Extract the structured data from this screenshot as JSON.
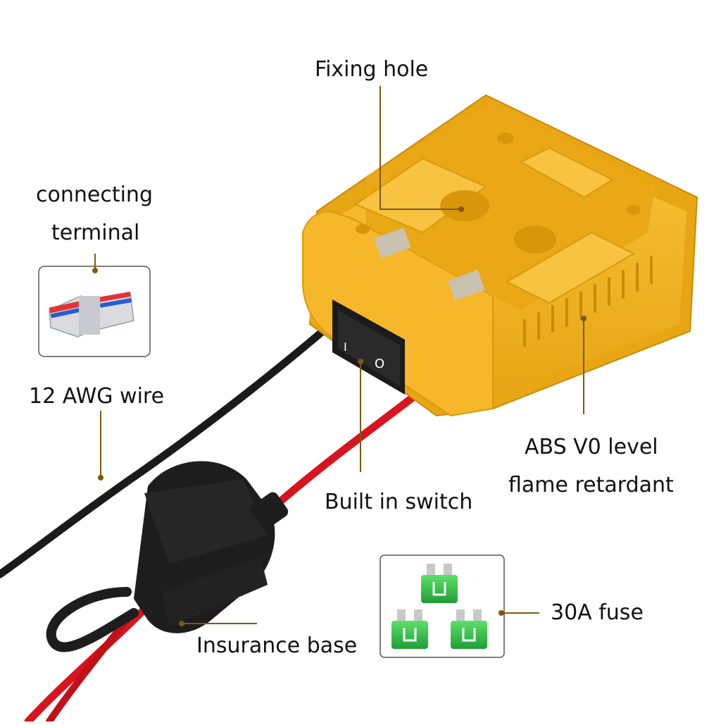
{
  "callouts": {
    "fixing_hole": "Fixing hole",
    "connecting_terminal_line1": "connecting",
    "connecting_terminal_line2": "terminal",
    "wire": "12 AWG wire",
    "abs_line1": "ABS V0 level",
    "abs_line2": "flame retardant",
    "switch": "Built in switch",
    "fuse": "30A fuse",
    "insurance_base": "Insurance base"
  },
  "switch_marks": {
    "off": "O",
    "on": "I"
  },
  "colors": {
    "adapter_yellow": "#f4b41a",
    "adapter_shadow": "#d99a0c",
    "leader_line": "#7a5a10",
    "wire_black": "#1a1a1a",
    "wire_red": "#d8141e",
    "fuse_green": "#2fc04a",
    "terminal_red": "#e0343a",
    "terminal_blue": "#2b5bd0"
  }
}
